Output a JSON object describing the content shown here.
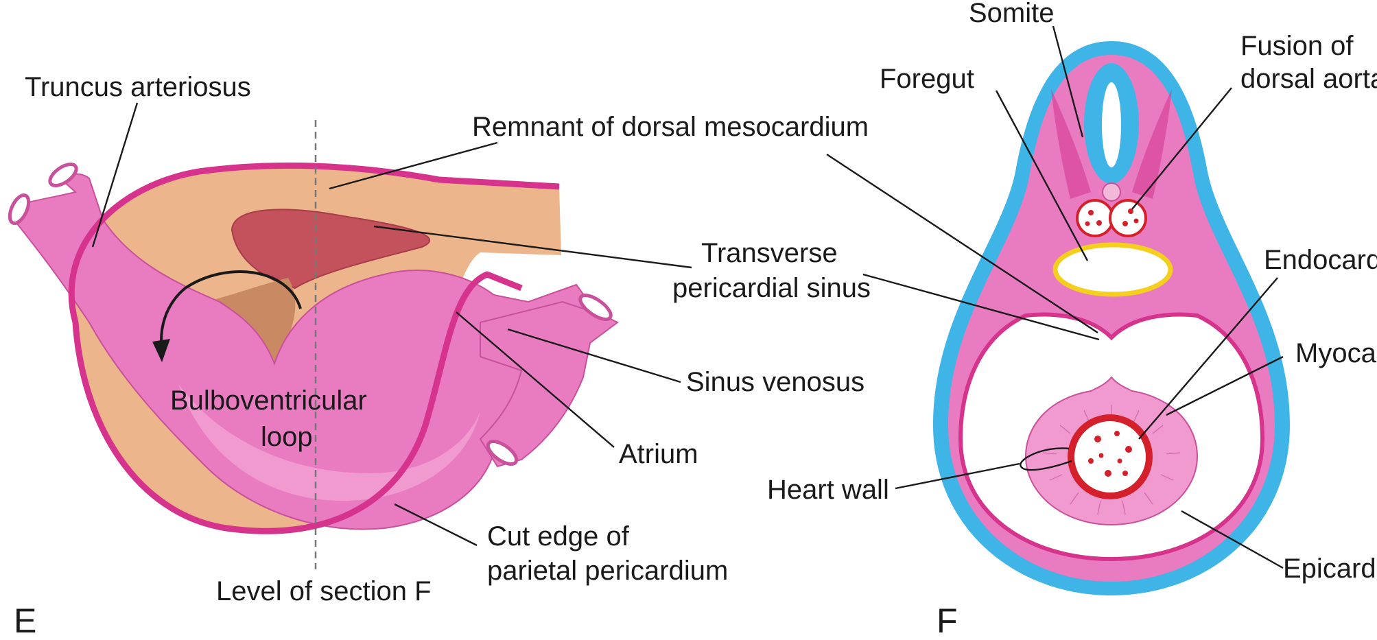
{
  "panel_e": {
    "letter": "E",
    "labels": {
      "truncus_arteriosus": "Truncus arteriosus",
      "remnant_dorsal_mesocardium": "Remnant of dorsal mesocardium",
      "transverse_sinus_line1": "Transverse",
      "transverse_sinus_line2": "pericardial sinus",
      "sinus_venosus": "Sinus venosus",
      "bulboventricular_line1": "Bulboventricular",
      "bulboventricular_line2": "loop",
      "atrium": "Atrium",
      "cut_edge_line1": "Cut edge of",
      "cut_edge_line2": "parietal pericardium",
      "level_of_section": "Level of section F"
    }
  },
  "panel_f": {
    "letter": "F",
    "labels": {
      "somite": "Somite",
      "foregut": "Foregut",
      "fusion_line1": "Fusion of",
      "fusion_line2": "dorsal aorta",
      "endocardium": "Endocardium",
      "myocardium": "Myocardium",
      "heart_wall": "Heart wall",
      "epicardium": "Epicardium"
    }
  },
  "colors": {
    "pink": "#e97cc0",
    "pink_light": "#f09ad0",
    "magenta": "#d6338c",
    "tan": "#edb58c",
    "tan_dark": "#c98a63",
    "red_brown": "#c4525c",
    "blue": "#3fb4e6",
    "yellow": "#f4cf1e",
    "red": "#d3202a"
  }
}
